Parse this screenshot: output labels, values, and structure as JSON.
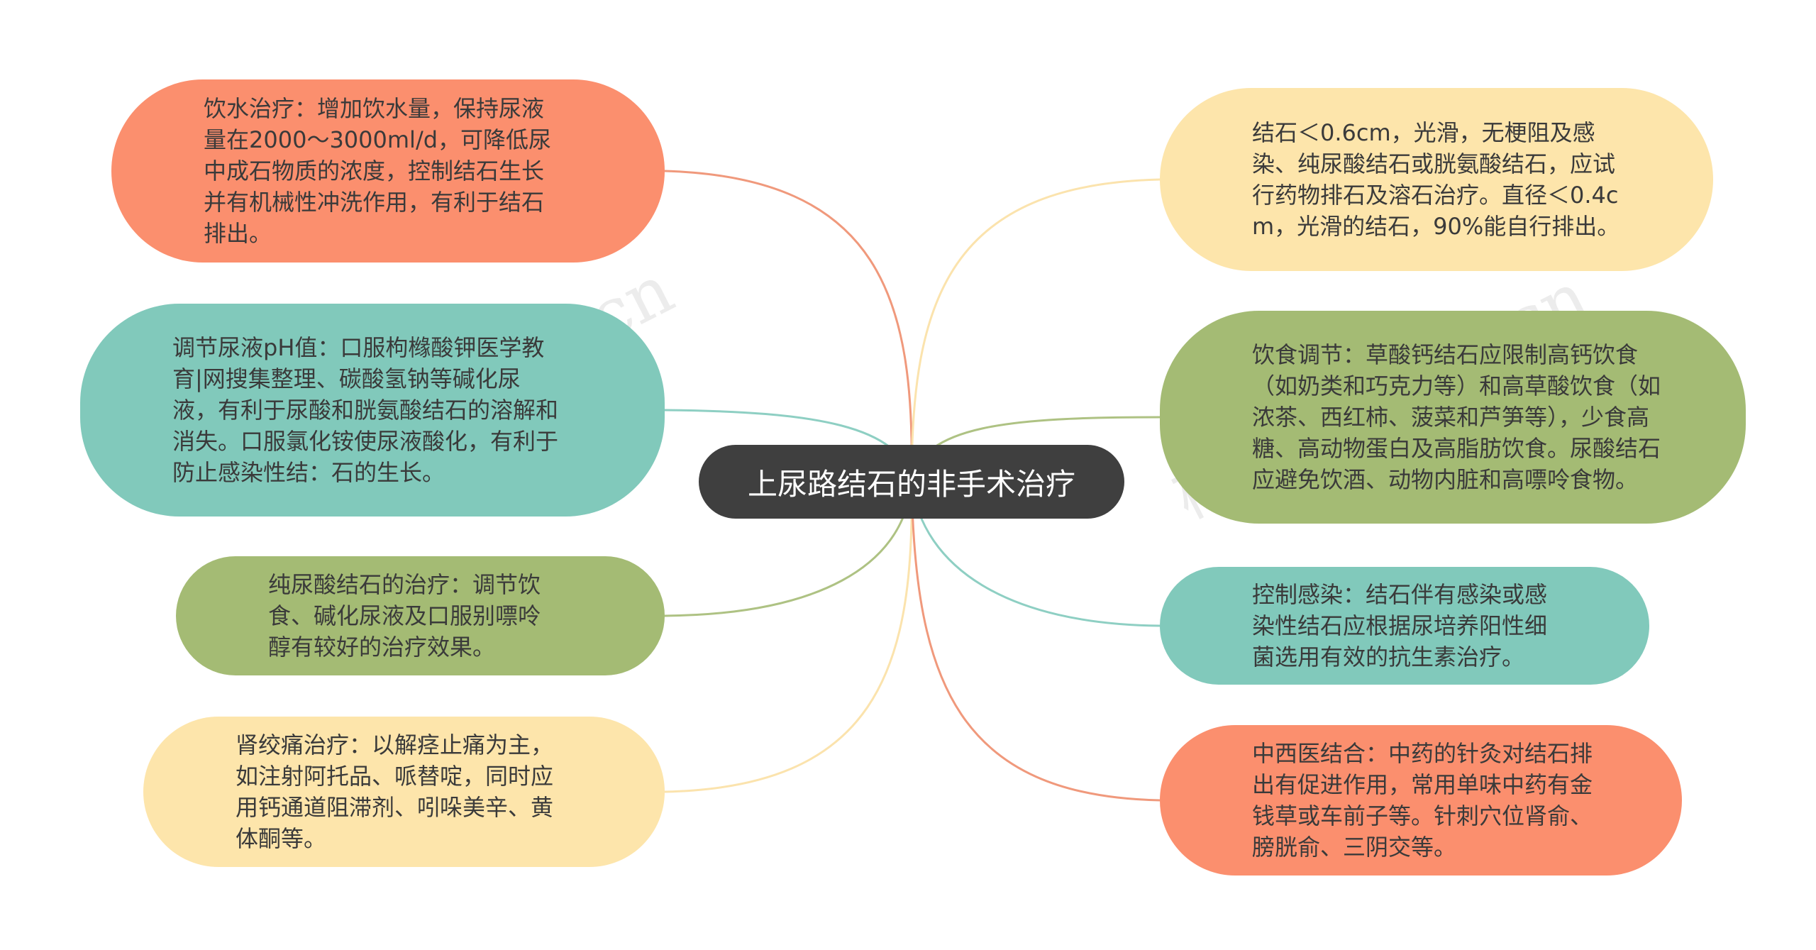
{
  "center": {
    "title": "上尿路结石的非手术治疗"
  },
  "left_nodes": [
    {
      "text": "饮水治疗：增加饮水量，保持尿液量在2000～3000ml/d，可降低尿中成石物质的浓度，控制结石生长并有机械性冲洗作用，有利于结石排出。",
      "color": "#fb8f6e"
    },
    {
      "text": "调节尿液pH值：口服枸橼酸钾医学教育|网搜集整理、碳酸氢钠等碱化尿液，有利于尿酸和胱氨酸结石的溶解和消失。口服氯化铵使尿液酸化，有利于防止感染性结：石的生长。",
      "color": "#81c9bb"
    },
    {
      "text": "纯尿酸结石的治疗：调节饮食、碱化尿液及口服别嘌呤醇有较好的治疗效果。",
      "color": "#a4bb74"
    },
    {
      "text": "肾绞痛治疗：以解痉止痛为主，如注射阿托品、哌替啶，同时应用钙通道阻滞剂、吲哚美辛、黄体酮等。",
      "color": "#fde5ab"
    }
  ],
  "right_nodes": [
    {
      "text": "结石＜0.6cm，光滑，无梗阻及感染、纯尿酸结石或胱氨酸结石，应试行药物排石及溶石治疗。直径＜0.4cm，光滑的结石，90%能自行排出。",
      "color": "#fde5ab"
    },
    {
      "text": "饮食调节：草酸钙结石应限制高钙饮食（如奶类和巧克力等）和高草酸饮食（如浓茶、西红柿、菠菜和芦笋等），少食高糖、高动物蛋白及高脂肪饮食。尿酸结石应避免饮酒、动物内脏和高嘌呤食物。",
      "color": "#a4bb74"
    },
    {
      "text": "控制感染：结石伴有感染或感染性结石应根据尿培养阳性细菌选用有效的抗生素治疗。",
      "color": "#81c9bb"
    },
    {
      "text": "中西医结合：中药的针灸对结石排出有促进作用，常用单味中药有金钱草或车前子等。针刺穴位肾俞、膀胱俞、三阴交等。",
      "color": "#fb8f6e"
    }
  ],
  "watermark": "树图 shutu.cn",
  "connector_colors": {
    "orange": "#f0997c",
    "teal": "#8ecfc3",
    "olive": "#aec283",
    "cream": "#fbe3ad"
  }
}
